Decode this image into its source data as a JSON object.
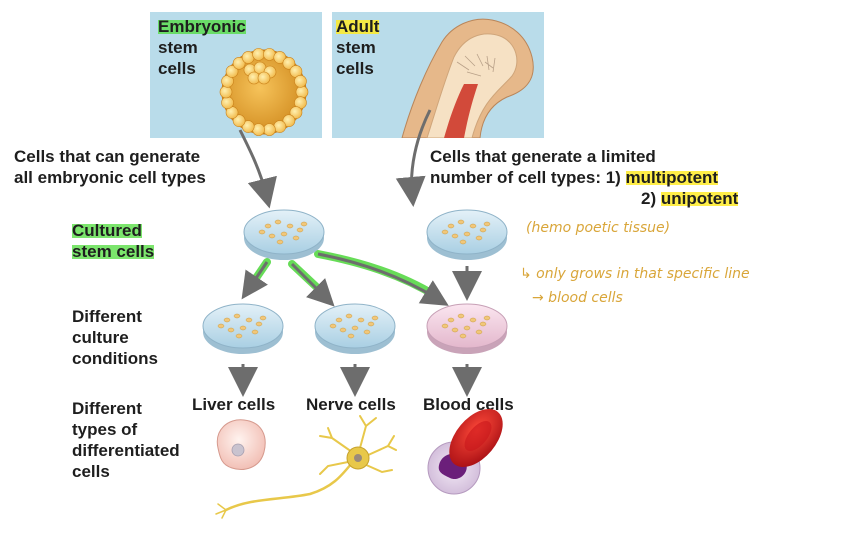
{
  "panels": {
    "embryonic": [
      "Embryonic",
      "stem",
      "cells"
    ],
    "adult": [
      "Adult",
      "stem",
      "cells"
    ]
  },
  "captions": {
    "embryonic": [
      "Cells that can generate",
      "all embryonic cell types"
    ],
    "adult": [
      "Cells that generate a limited",
      "number of cell types: 1) ",
      "multipotent",
      "2) ",
      "unipotent"
    ]
  },
  "row_labels": {
    "cultured": [
      "Cultured",
      "stem cells"
    ],
    "culture_conditions": [
      "Different",
      "culture",
      "conditions"
    ],
    "differentiated": [
      "Different",
      "types of",
      "differentiated",
      "cells"
    ]
  },
  "cell_types": [
    "Liver cells",
    "Nerve cells",
    "Blood cells"
  ],
  "handwritten_notes": [
    "(hemo poetic tissue)",
    "↳ only grows in that specific line",
    "→ blood cells"
  ],
  "colors": {
    "panel_bg": "#b9dcea",
    "highlight_green": "#50dc3c",
    "highlight_yellow": "#ffeb28",
    "handwriting": "#d9a63a",
    "arrow": "#6d6d6d"
  }
}
